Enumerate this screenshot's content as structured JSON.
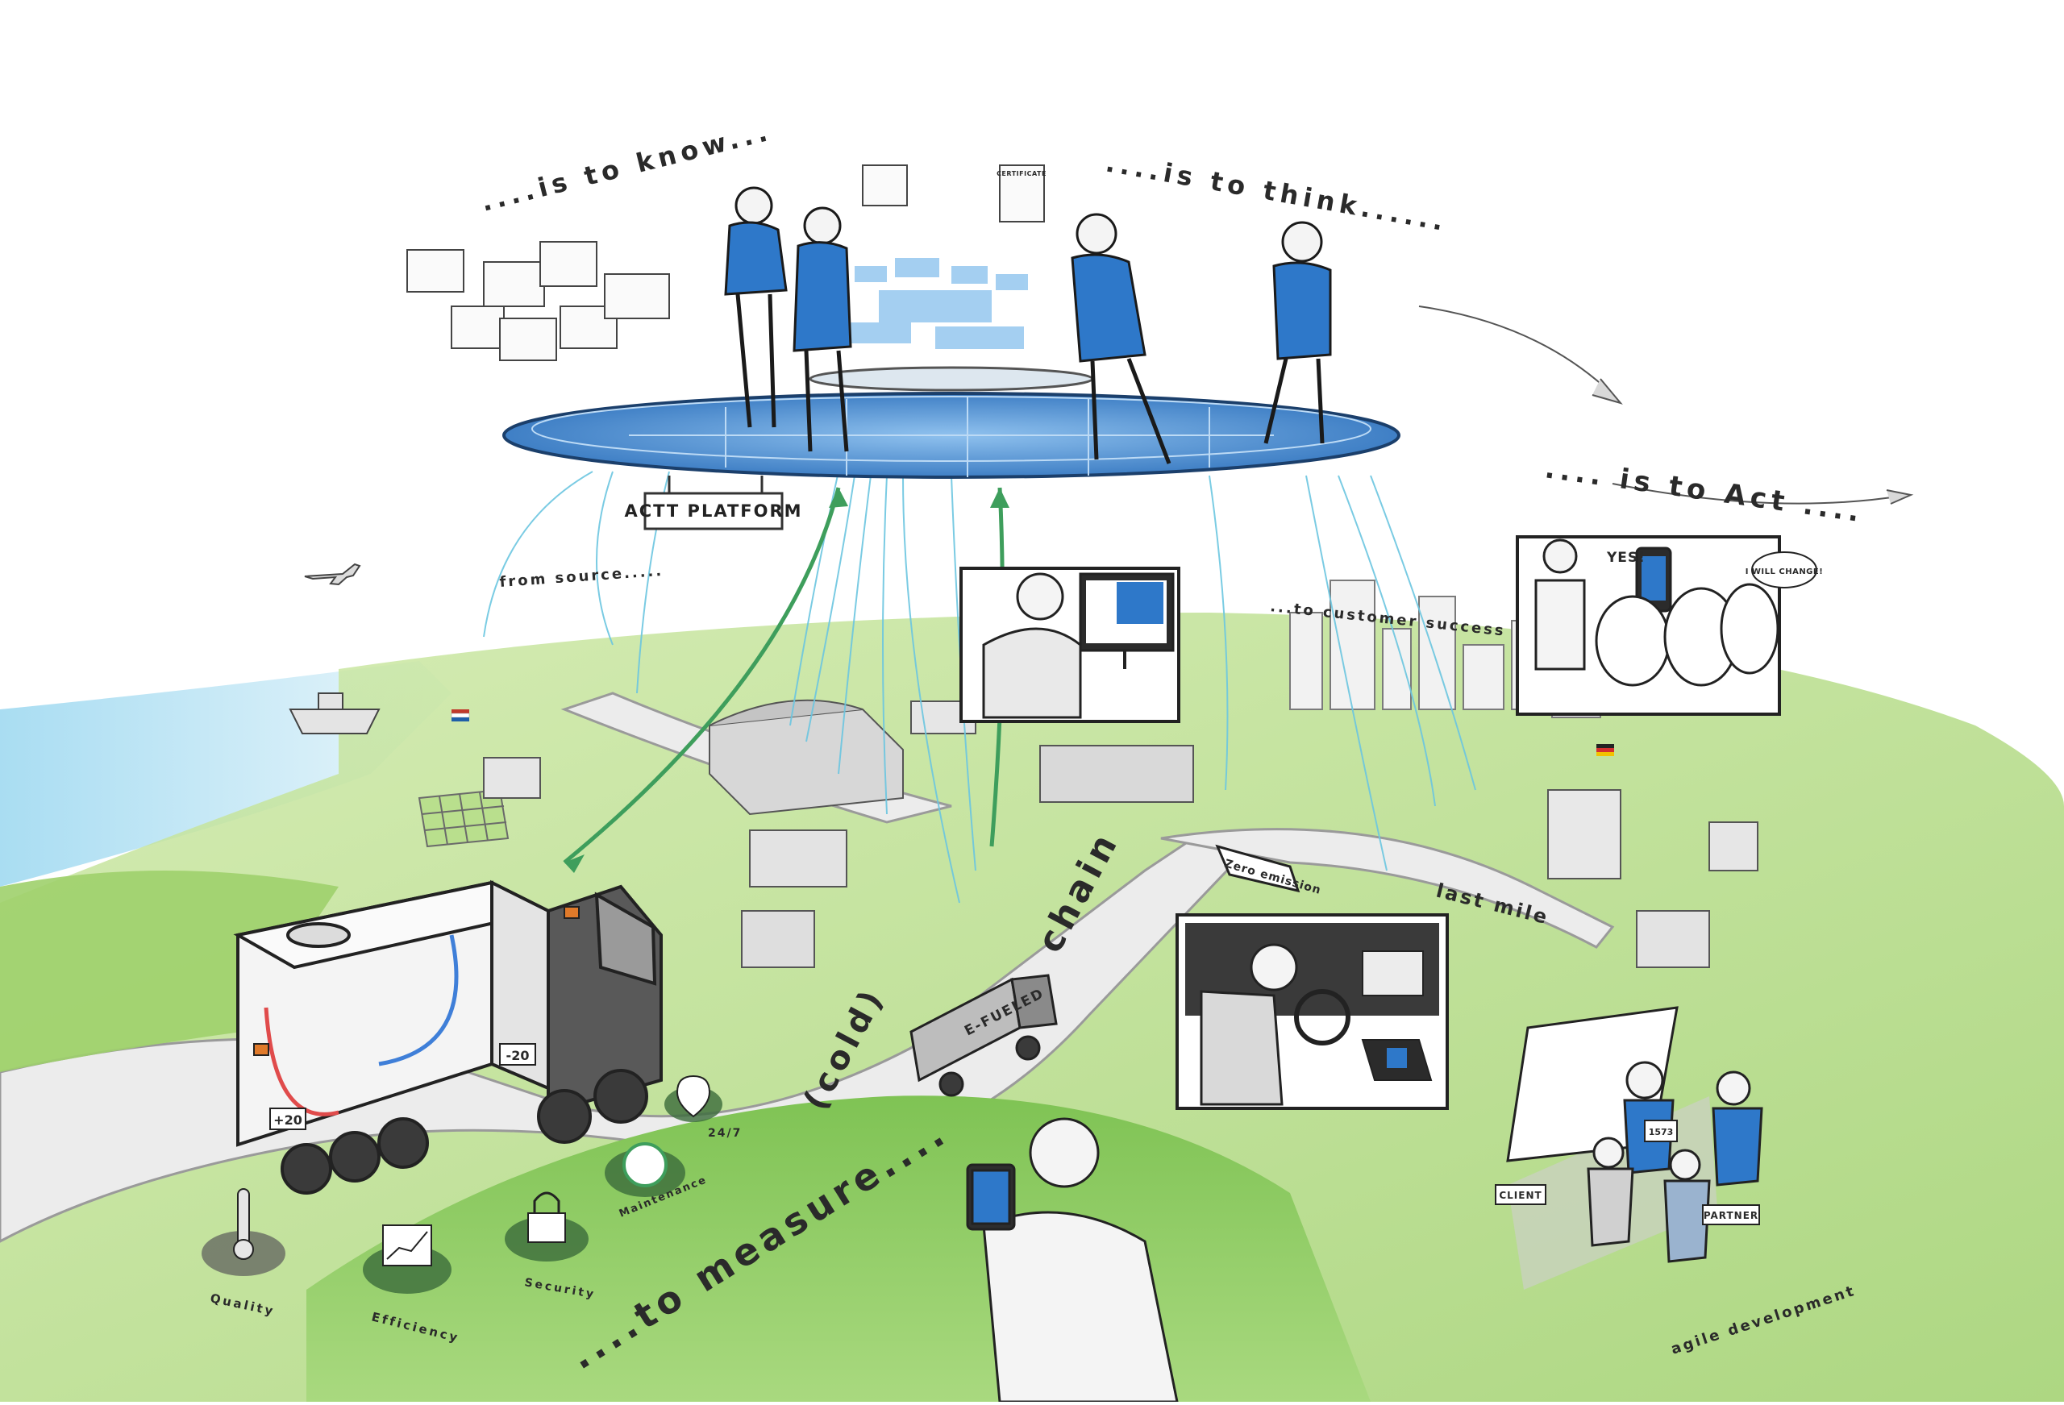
{
  "phrases": {
    "to_know": "....is to know...",
    "to_think": "....is to think......",
    "to_act": ".... is to Act ....",
    "to_measure": "....to measure....",
    "from_source": "from source.....",
    "to_customer_success": "...to customer success",
    "cold": "(cold)",
    "chain": "chain",
    "last_mile": "last mile",
    "zero_emission": "Zero emission",
    "agile_development": "agile development"
  },
  "platform": {
    "label": "ACTT PLATFORM"
  },
  "measure_items": {
    "quality": "Quality",
    "efficiency": "Efficiency",
    "security": "Security",
    "maintenance": "Maintenance",
    "availability": "24/7"
  },
  "trailer": {
    "temp_warm": "+20",
    "temp_cold": "-20"
  },
  "ev_truck": {
    "label": "E-FUELED"
  },
  "act_scene": {
    "speech_yes": "YES!",
    "speech_change": "I WILL CHANGE!"
  },
  "agile_scene": {
    "client_tag": "CLIENT",
    "partner_tag": "PARTNER",
    "sheet_code": "1573"
  },
  "document": {
    "title": "CERTIFICATE"
  },
  "colors": {
    "platform_blue": "#3a7fc8",
    "platform_blue_dark": "#1f5fa8",
    "shirt_blue": "#2e78c9",
    "ground_green": "#a8d47a",
    "sky_water": "#bfe6f5",
    "heat_red": "#e04b4b",
    "cold_blue": "#3f7fd8",
    "accent_orange": "#e07a2a"
  }
}
